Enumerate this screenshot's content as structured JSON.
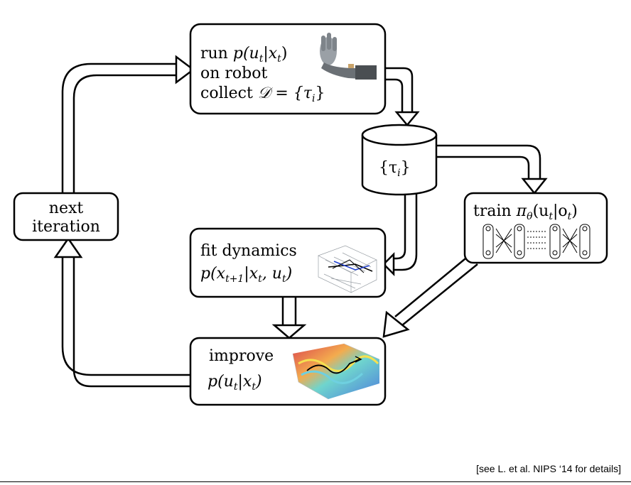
{
  "boxes": {
    "run": {
      "line1_prefix": "run ",
      "line1_math": "p(u",
      "line1_sub1": "t",
      "line1_mid": "|x",
      "line1_sub2": "t",
      "line1_end": ")",
      "line2": "on robot",
      "line3_prefix": "collect ",
      "line3_math": "𝒟 = {τ",
      "line3_sub": "i",
      "line3_end": "}"
    },
    "database": {
      "label_open": "{τ",
      "label_sub": "i",
      "label_close": "}"
    },
    "next": {
      "line1": "next",
      "line2": "iteration"
    },
    "train": {
      "prefix": "train ",
      "pi": "π",
      "pi_sub": "θ",
      "open": "(u",
      "sub1": "t",
      "mid": "|o",
      "sub2": "t",
      "close": ")"
    },
    "fit": {
      "line1": "fit dynamics",
      "l2_a": "p(x",
      "l2_sub1": "t+1",
      "l2_b": "|x",
      "l2_sub2": "t",
      "l2_c": ", u",
      "l2_sub3": "t",
      "l2_d": ")"
    },
    "improve": {
      "line1": "improve",
      "l2_a": "p(u",
      "l2_sub1": "t",
      "l2_b": "|x",
      "l2_sub2": "t",
      "l2_c": ")"
    }
  },
  "footer": "[see L. et al. NIPS ‘14 for details]",
  "colors": {
    "stroke": "#000000",
    "fill": "#ffffff",
    "robot": "#8a8f94",
    "surface_hot": "#d7303a",
    "surface_cool": "#3a6fd8"
  }
}
